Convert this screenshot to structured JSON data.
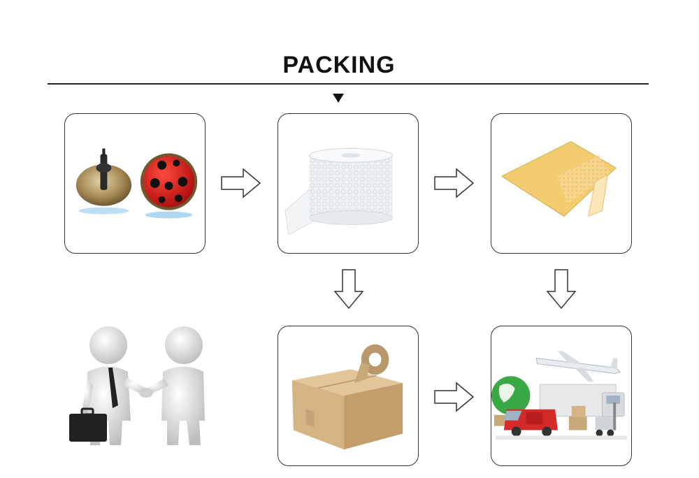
{
  "page": {
    "title": "PACKING"
  },
  "steps": [
    {
      "icon": "earrings-image"
    },
    {
      "icon": "bubble-wrap-image"
    },
    {
      "icon": "padded-envelope-image"
    },
    {
      "icon": "handshake-image"
    },
    {
      "icon": "cardboard-box-image"
    },
    {
      "icon": "shipping-transport-image"
    }
  ],
  "colors": {
    "border": "#333333",
    "title": "#111111",
    "ladybug_red": "#d81e1e",
    "envelope_yellow": "#f2cc6e",
    "cardboard": "#cfae7e",
    "globe_green": "#3aa845",
    "van_red": "#d42a2a"
  }
}
